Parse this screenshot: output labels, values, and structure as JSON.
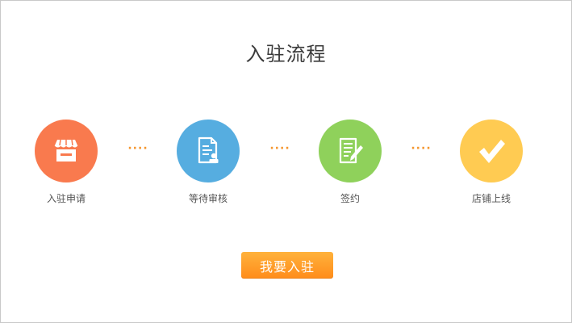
{
  "page": {
    "title": "入驻流程"
  },
  "steps": [
    {
      "label": "入驻申请",
      "icon": "storefront-icon",
      "color": "#f97a4e"
    },
    {
      "label": "等待审核",
      "icon": "document-review-icon",
      "color": "#56ade0"
    },
    {
      "label": "签约",
      "icon": "contract-sign-icon",
      "color": "#8fd15b"
    },
    {
      "label": "店铺上线",
      "icon": "checkmark-icon",
      "color": "#ffcb52"
    }
  ],
  "connector": {
    "text": "····",
    "color": "#f5962e"
  },
  "cta": {
    "label": "我要入驻",
    "color": "#ff9b28"
  }
}
